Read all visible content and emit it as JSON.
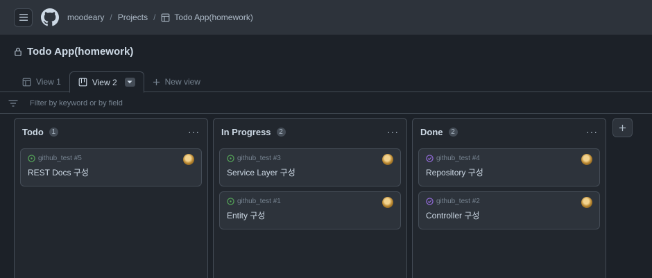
{
  "breadcrumb": {
    "owner": "moodeary",
    "projects": "Projects",
    "current": "Todo App(homework)"
  },
  "project": {
    "title": "Todo App(homework)"
  },
  "tabs": [
    {
      "label": "View 1",
      "active": false
    },
    {
      "label": "View 2",
      "active": true
    },
    {
      "label": "New view",
      "active": false
    }
  ],
  "filter": {
    "placeholder": "Filter by keyword or by field"
  },
  "columns": [
    {
      "title": "Todo",
      "count": "1",
      "cards": [
        {
          "ref": "github_test #5",
          "title": "REST Docs 구성",
          "status": "open"
        }
      ]
    },
    {
      "title": "In Progress",
      "count": "2",
      "cards": [
        {
          "ref": "github_test #3",
          "title": "Service Layer 구성",
          "status": "open"
        },
        {
          "ref": "github_test #1",
          "title": "Entity 구성",
          "status": "open"
        }
      ]
    },
    {
      "title": "Done",
      "count": "2",
      "cards": [
        {
          "ref": "github_test #4",
          "title": "Repository 구성",
          "status": "closed"
        },
        {
          "ref": "github_test #2",
          "title": "Controller 구성",
          "status": "closed"
        }
      ]
    }
  ],
  "colors": {
    "open": "#57ab5a",
    "closed": "#986ee2",
    "background": "#1c2128",
    "surface": "#2d333b",
    "border": "#444c56"
  }
}
